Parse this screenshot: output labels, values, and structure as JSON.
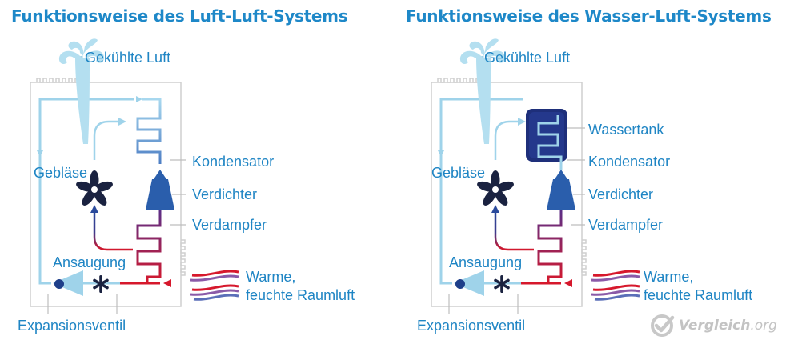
{
  "left": {
    "title": "Funktionsweise des Luft-Luft-Systems",
    "labels": {
      "cooled_air": "Gekühlte Luft",
      "condenser": "Kondensator",
      "fan": "Gebläse",
      "compressor": "Verdichter",
      "evaporator": "Verdampfer",
      "intake": "Ansaugung",
      "warm_air_line1": "Warme,",
      "warm_air_line2": "feuchte Raumluft",
      "expansion_valve": "Expansionsventil"
    }
  },
  "right": {
    "title": "Funktionsweise des Wasser-Luft-Systems",
    "labels": {
      "cooled_air": "Gekühlte Luft",
      "water_tank": "Wassertank",
      "condenser": "Kondensator",
      "fan": "Gebläse",
      "compressor": "Verdichter",
      "evaporator": "Verdampfer",
      "intake": "Ansaugung",
      "warm_air_line1": "Warme,",
      "warm_air_line2": "feuchte Raumluft",
      "expansion_valve": "Expansionsventil"
    }
  },
  "watermark": {
    "brand": "Vergleich",
    "suffix": ".org"
  },
  "colors": {
    "title": "#1e88c8",
    "label": "#1f85c4",
    "light_pipe": "#9fd3ea",
    "cold_pipe": "#5c8fcb",
    "compressor": "#2a5eac",
    "dark_blue": "#1e2f7a",
    "hot_pipe": "#d6182c",
    "fan": "#1a2240",
    "housing": "#cfcfcf",
    "watermark": "#c3c3c3"
  }
}
